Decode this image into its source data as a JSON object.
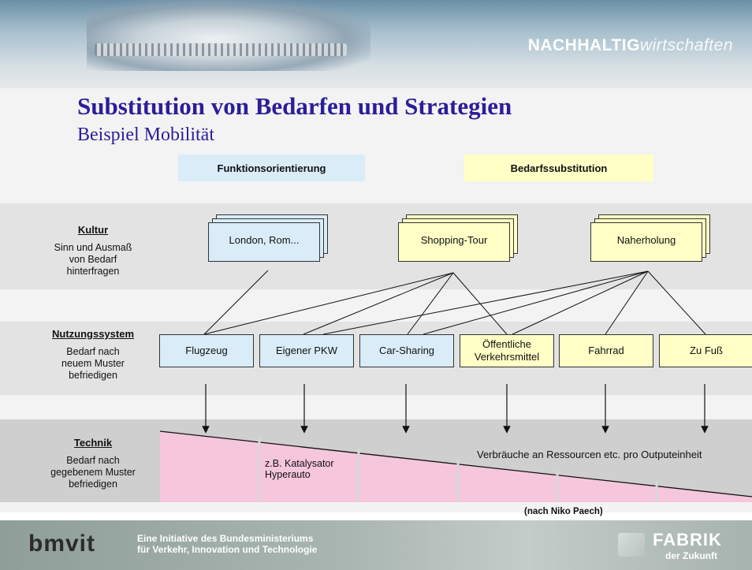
{
  "header": {
    "brand_bold": "NACHHALTIG",
    "brand_italic": "wirtschaften"
  },
  "title": "Substitution von Bedarfen und Strategien",
  "subtitle": "Beispiel Mobilität",
  "legend": {
    "left": "Funktionsorientierung",
    "right": "Bedarfssubstitution"
  },
  "rows": {
    "kultur": {
      "heading": "Kultur",
      "desc": "Sinn und Ausmaß von Bedarf hinterfragen"
    },
    "nutzung": {
      "heading": "Nutzungssystem",
      "desc": "Bedarf nach neuem Muster befriedigen"
    },
    "technik": {
      "heading": "Technik",
      "desc": "Bedarf nach gegebenem Muster befriedigen"
    }
  },
  "culture_items": [
    "London, Rom...",
    "Shopping-Tour",
    "Naherholung"
  ],
  "options": [
    "Flugzeug",
    "Eigener PKW",
    "Car-Sharing",
    "Öffentliche Verkehrsmittel",
    "Fahrrad",
    "Zu Fuß"
  ],
  "technik_example": "z.B. Katalysator Hyperauto",
  "ressourcen_label": "Verbräuche an Ressourcen etc. pro Outputeinheit",
  "source": "(nach Niko Paech)",
  "footer": {
    "bmvit": "bmvit",
    "initiative_line1": "Eine Initiative des Bundesministeriums",
    "initiative_line2": "für Verkehr, Innovation und Technologie",
    "fabrik_title": "FABRIK",
    "fabrik_sub": "der Zukunft"
  },
  "colors": {
    "title": "#2a1e9a",
    "blue_box": "#d9ecf8",
    "yellow_box": "#ffffc6",
    "pink_wedge": "#f5c6dc"
  }
}
